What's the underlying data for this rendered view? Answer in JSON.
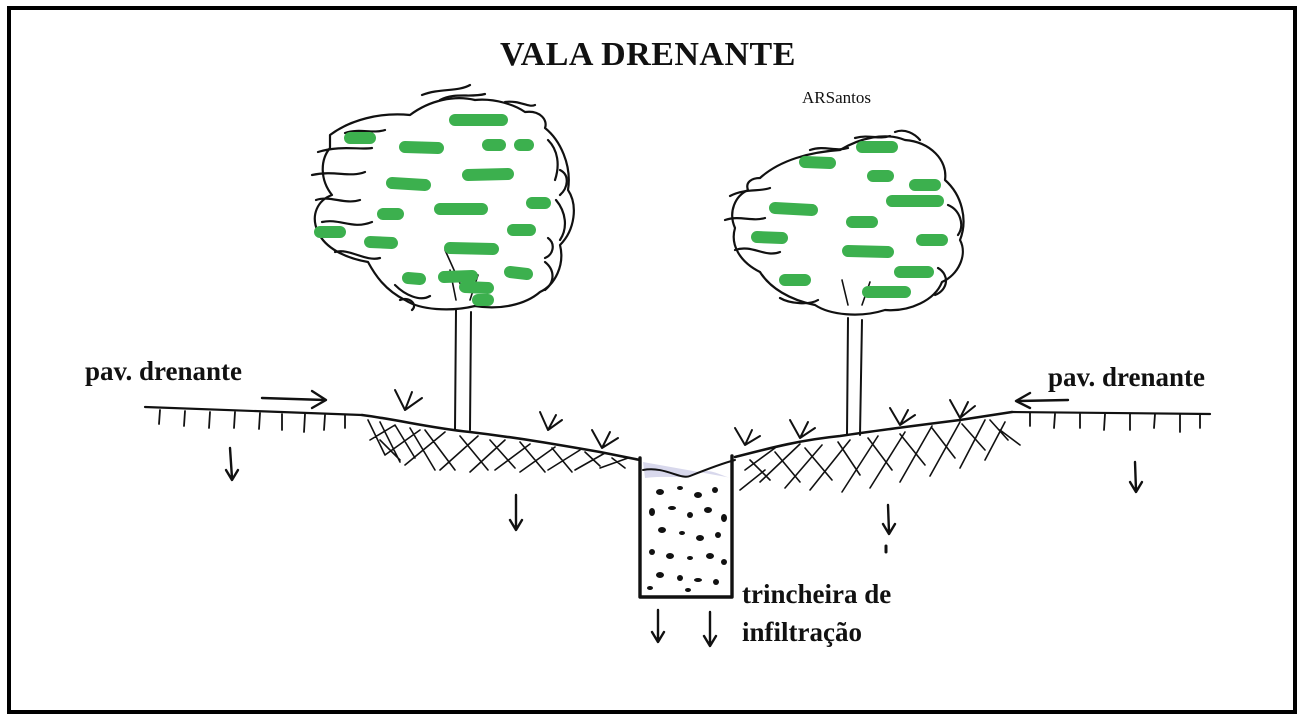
{
  "title": "VALA DRENANTE",
  "author": "ARSantos",
  "labels": {
    "left_pavement": "pav. drenante",
    "right_pavement": "pav. drenante",
    "trench_line1": "trincheira de",
    "trench_line2": "infiltração"
  },
  "colors": {
    "foliage": "#3cb04e",
    "outline": "#111111",
    "water": "#d8d8ec",
    "border": "#000000"
  },
  "elements": [
    "tree-left",
    "tree-right",
    "drainage-swale",
    "infiltration-trench",
    "drainage-pavement-left",
    "drainage-pavement-right",
    "infiltration-arrows",
    "inflow-arrows"
  ]
}
